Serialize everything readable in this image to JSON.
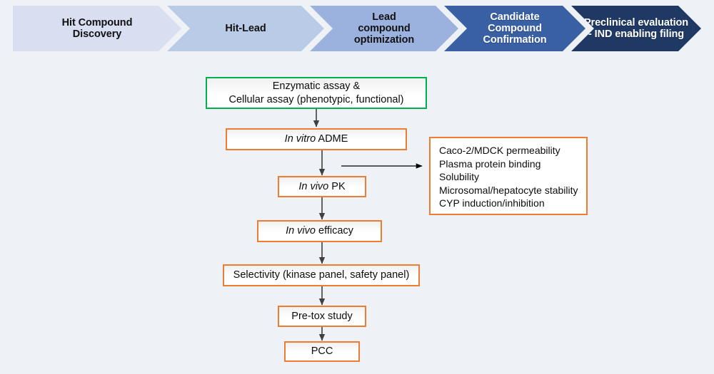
{
  "background_color": "#eef1f6",
  "banner": {
    "name": "drug-discovery-stage-banner",
    "stages": [
      {
        "label": "Hit Compound\nDiscovery",
        "fill": "#d7dff1",
        "text_color": "#111111",
        "tone": "light"
      },
      {
        "label": "Hit-Lead",
        "fill": "#bacbe8",
        "text_color": "#111111",
        "tone": "light"
      },
      {
        "label": "Lead\ncompound\noptimization",
        "fill": "#9cb2de",
        "text_color": "#111111",
        "tone": "light"
      },
      {
        "label": "Candidate\nCompound\nConfirmation",
        "fill": "#3a60a4",
        "text_color": "#ffffff",
        "tone": "dark"
      },
      {
        "label": "Preclinical evaluation\n- IND enabling filing",
        "fill": "#1f3864",
        "text_color": "#ffffff",
        "tone": "dark"
      }
    ]
  },
  "flowchart": {
    "accent_orange": "#ED7D31",
    "accent_green": "#00B04F",
    "nodes": [
      {
        "id": "assay",
        "text_plain": "Enzymatic assay &\nCellular assay (phenotypic, functional)",
        "border": "green"
      },
      {
        "id": "in-vitro-adme",
        "text_plain": "In vitro ADME",
        "border": "orange",
        "italic_prefix": "In vitro",
        "rest": " ADME"
      },
      {
        "id": "in-vivo-pk",
        "text_plain": "In vivo PK",
        "border": "orange",
        "italic_prefix": "In vivo",
        "rest": " PK"
      },
      {
        "id": "in-vivo-efficacy",
        "text_plain": "In vivo efficacy",
        "border": "orange",
        "italic_prefix": "In vivo",
        "rest": " efficacy"
      },
      {
        "id": "selectivity",
        "text_plain": "Selectivity (kinase panel, safety panel)",
        "border": "orange"
      },
      {
        "id": "pre-tox",
        "text_plain": "Pre-tox study",
        "border": "orange"
      },
      {
        "id": "pcc",
        "text_plain": "PCC",
        "border": "orange"
      }
    ]
  },
  "side_panel": {
    "name": "in-vitro-adme-assay-list",
    "items": [
      "Caco-2/MDCK permeability",
      "Plasma protein binding",
      "Solubility",
      "Microsomal/hepatocyte stability",
      "CYP induction/inhibition"
    ]
  }
}
